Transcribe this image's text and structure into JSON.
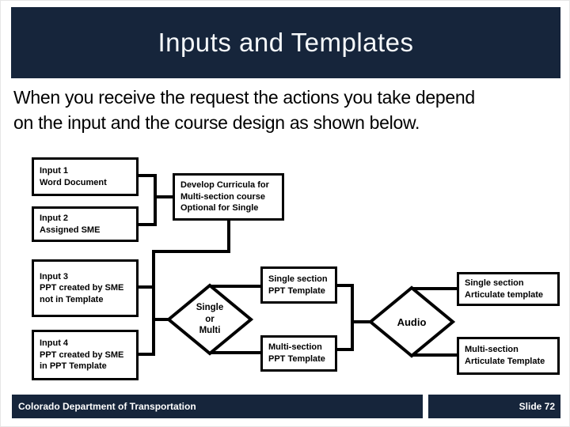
{
  "title": "Inputs and Templates",
  "intro": "When you receive the request the actions you take depend\non the input and the course design as shown below.",
  "flowchart": {
    "nodes": {
      "input1": "Input 1\nWord Document",
      "input2": "Input 2\nAssigned SME",
      "input3": "Input 3\nPPT created by SME\nnot in Template",
      "input4": "Input 4\nPPT created by SME\nin PPT Template",
      "develop": "Develop Curricula for\nMulti-section course\nOptional for Single",
      "decision_section": "Single\nor\nMulti",
      "single_ppt": "Single section\nPPT Template",
      "multi_ppt": "Multi-section\nPPT Template",
      "decision_audio": "Audio",
      "single_articulate": "Single section\nArticulate template",
      "multi_articulate": "Multi-section\nArticulate Template"
    }
  },
  "footer": {
    "left": "Colorado Department of Transportation",
    "right": "Slide 72"
  },
  "colors": {
    "navy": "#16253B",
    "text": "#000000",
    "line": "#000000",
    "box_fill": "#FFFFFF",
    "title_text": "#F5F8FA"
  }
}
